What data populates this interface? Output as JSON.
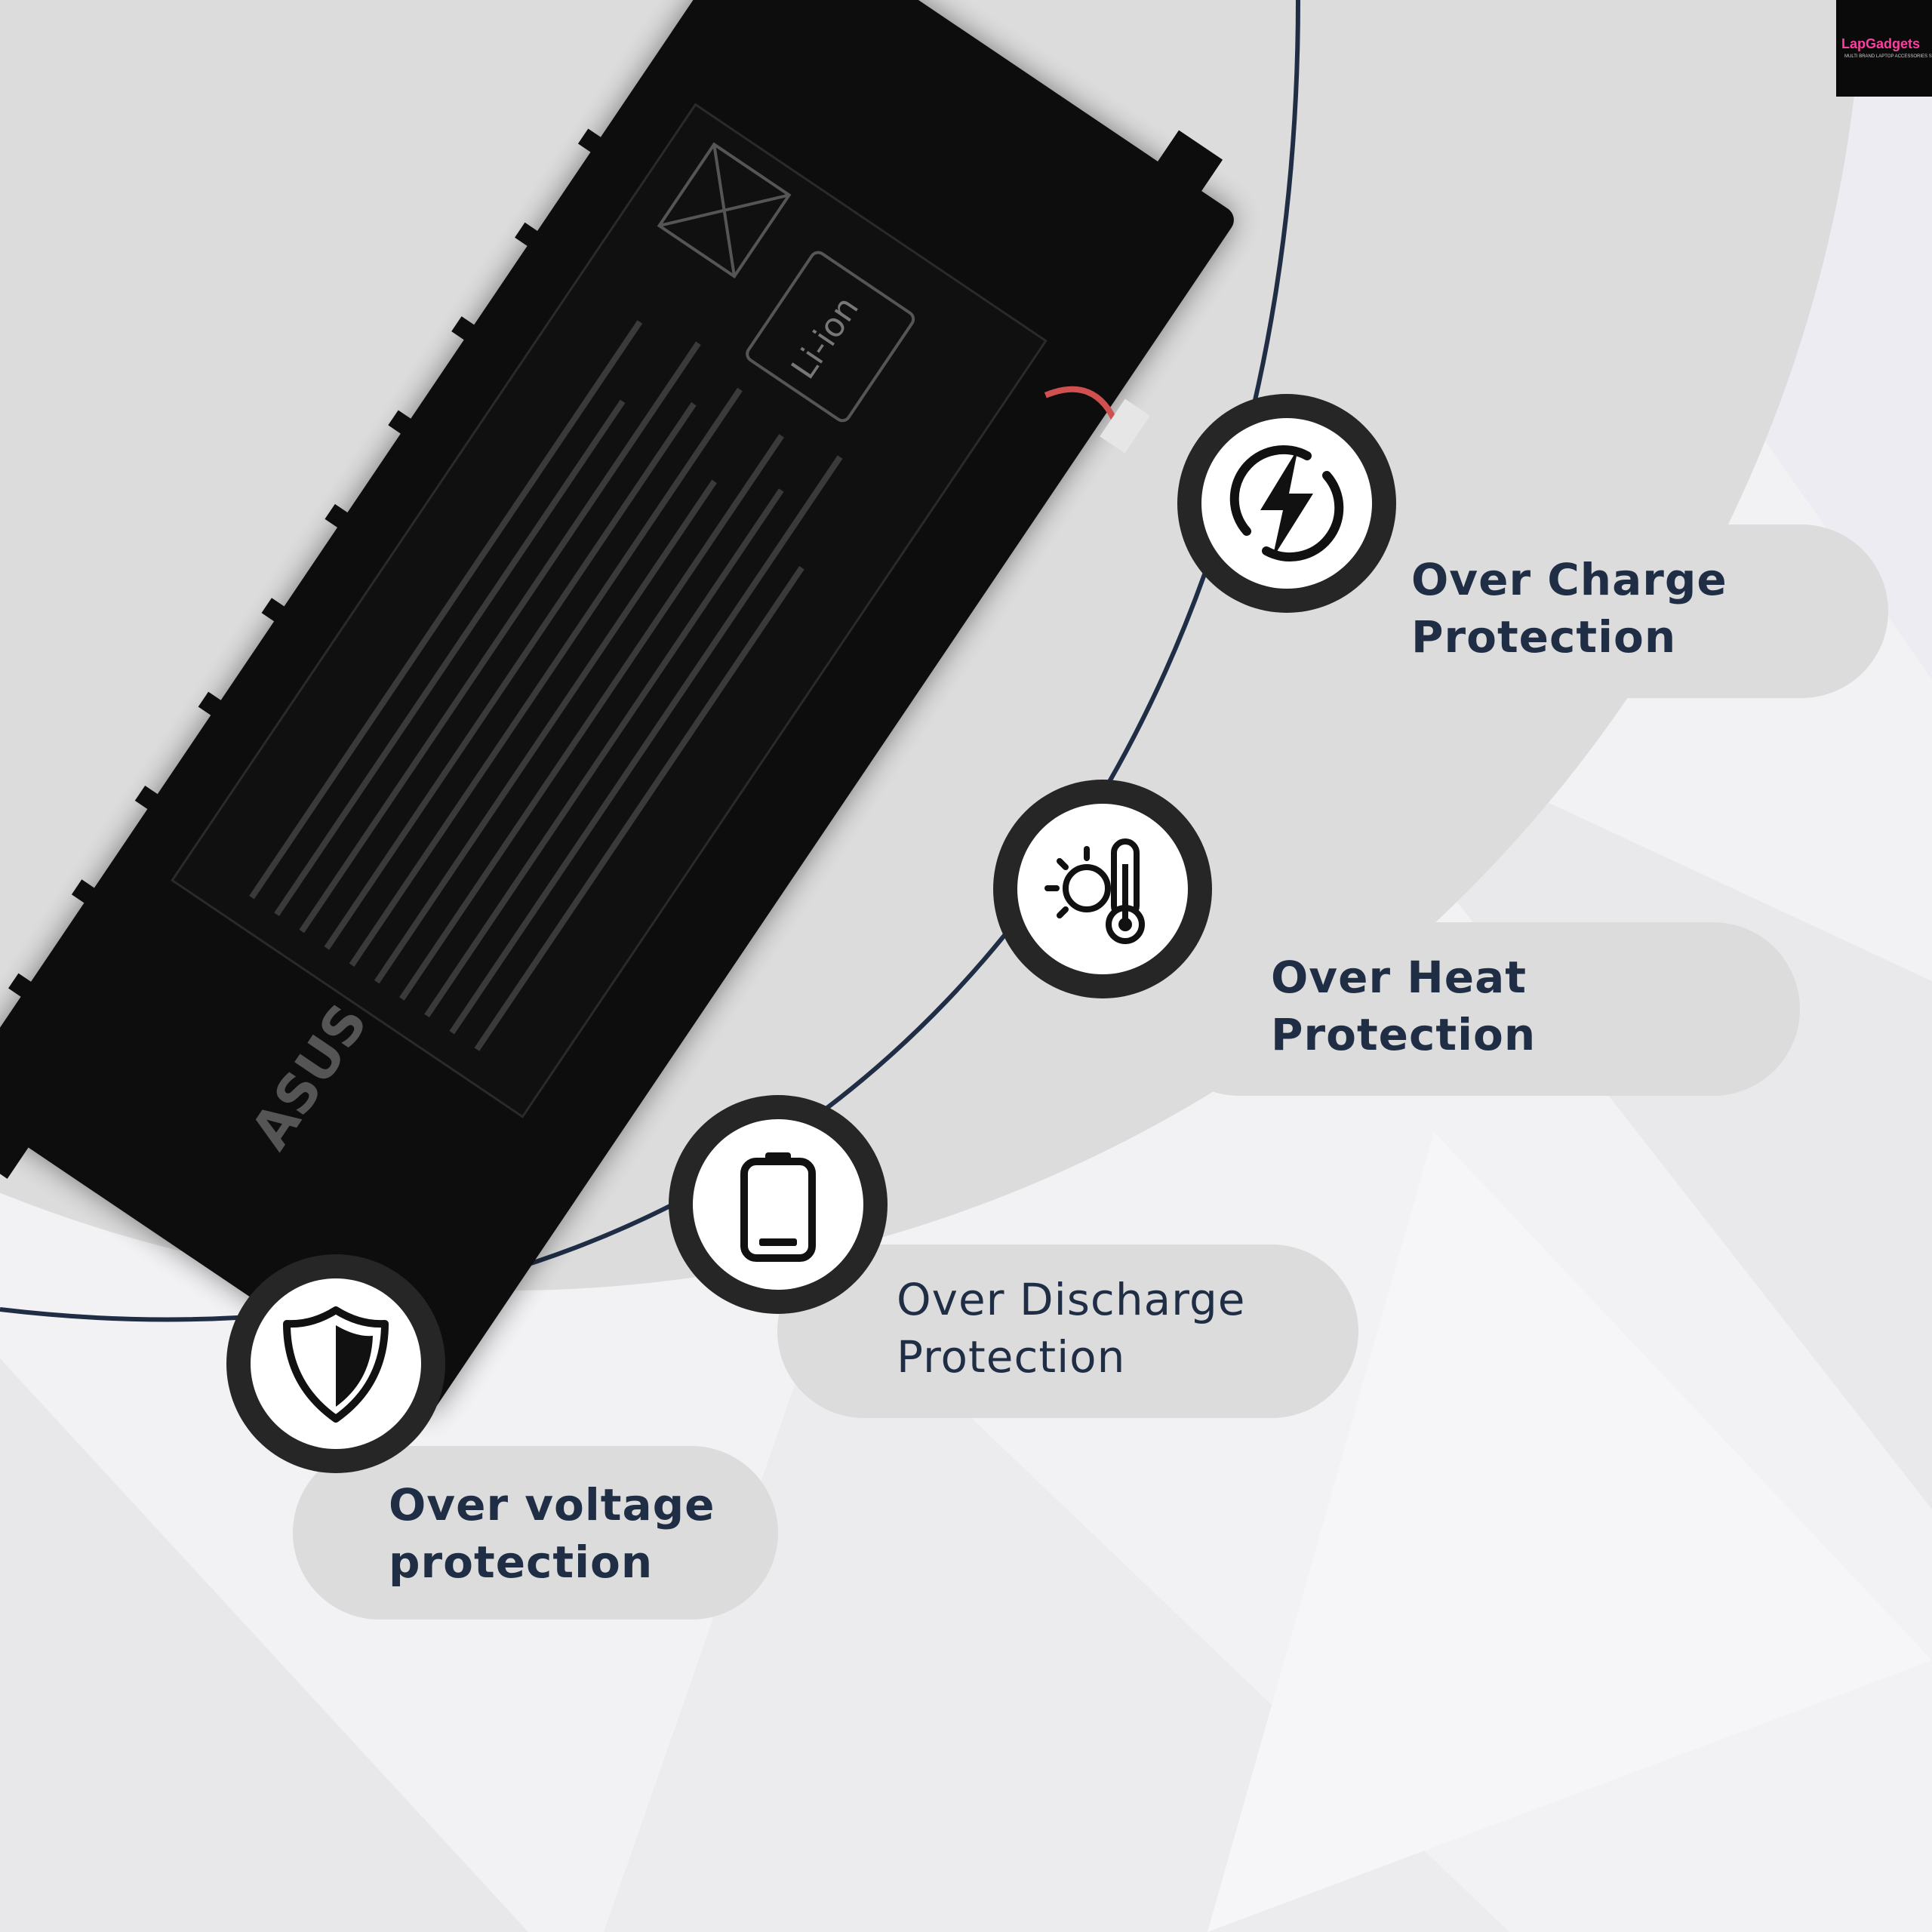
{
  "logo": {
    "brand": "LapGadgets",
    "tagline": "MULTI BRAND LAPTOP ACCESSORIES STORE"
  },
  "product": {
    "brand_mark": "ASUS",
    "chemistry_label": "Li-ion"
  },
  "features": [
    {
      "line1": "Over Charge",
      "line2": "Protection",
      "icon": "lightning-icon"
    },
    {
      "line1": "Over Heat",
      "line2": "Protection",
      "icon": "thermometer-sun-icon"
    },
    {
      "line1": "Over Discharge",
      "line2": "Protection",
      "icon": "battery-low-icon"
    },
    {
      "line1": "Over voltage",
      "line2": "protection",
      "icon": "shield-icon"
    }
  ],
  "colors": {
    "text": "#1f2d45",
    "pill": "#dcdcdc",
    "ring": "#262626",
    "curve": "#1f2d45",
    "backdrop_circle": "#dcdcdc",
    "battery": "#0d0d0d"
  }
}
